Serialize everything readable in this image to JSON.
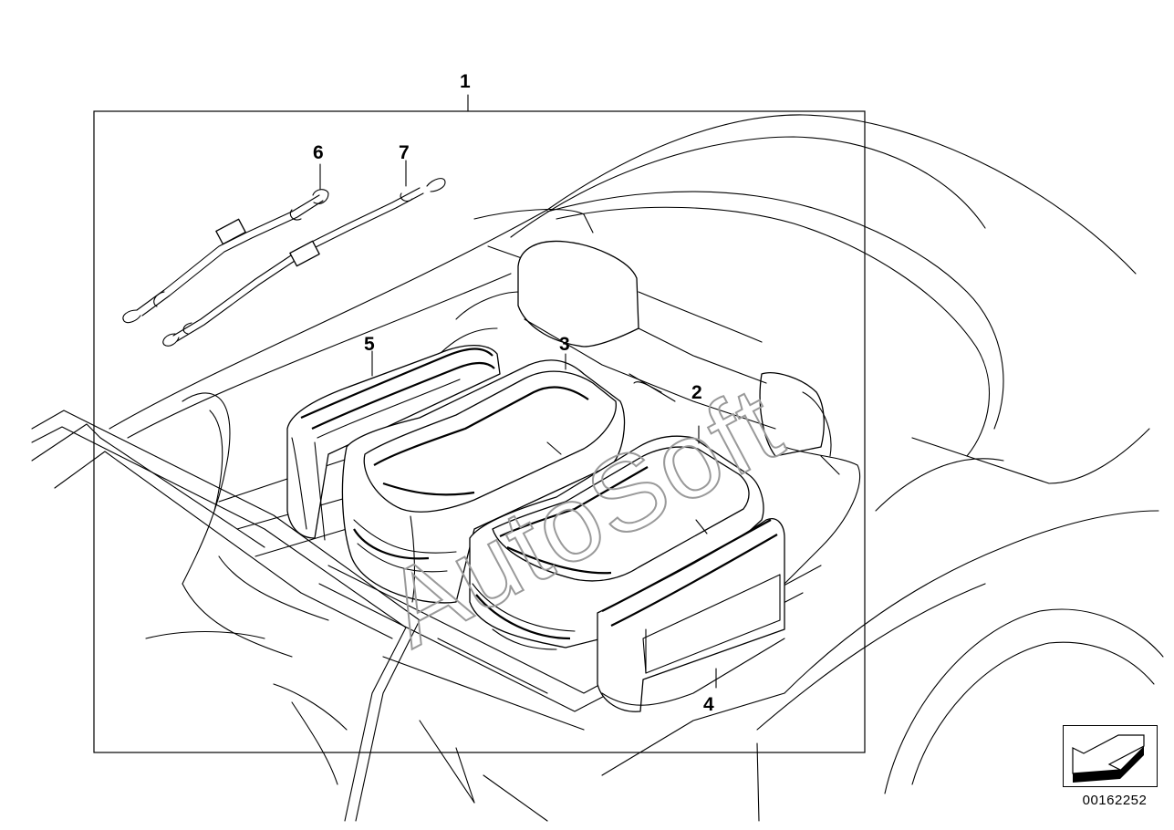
{
  "diagram": {
    "callouts": [
      "1",
      "2",
      "3",
      "4",
      "5",
      "6",
      "7"
    ],
    "watermark": "AutoSoft",
    "document_number": "00162252",
    "nav_icon": "arrow-down-left-icon"
  }
}
